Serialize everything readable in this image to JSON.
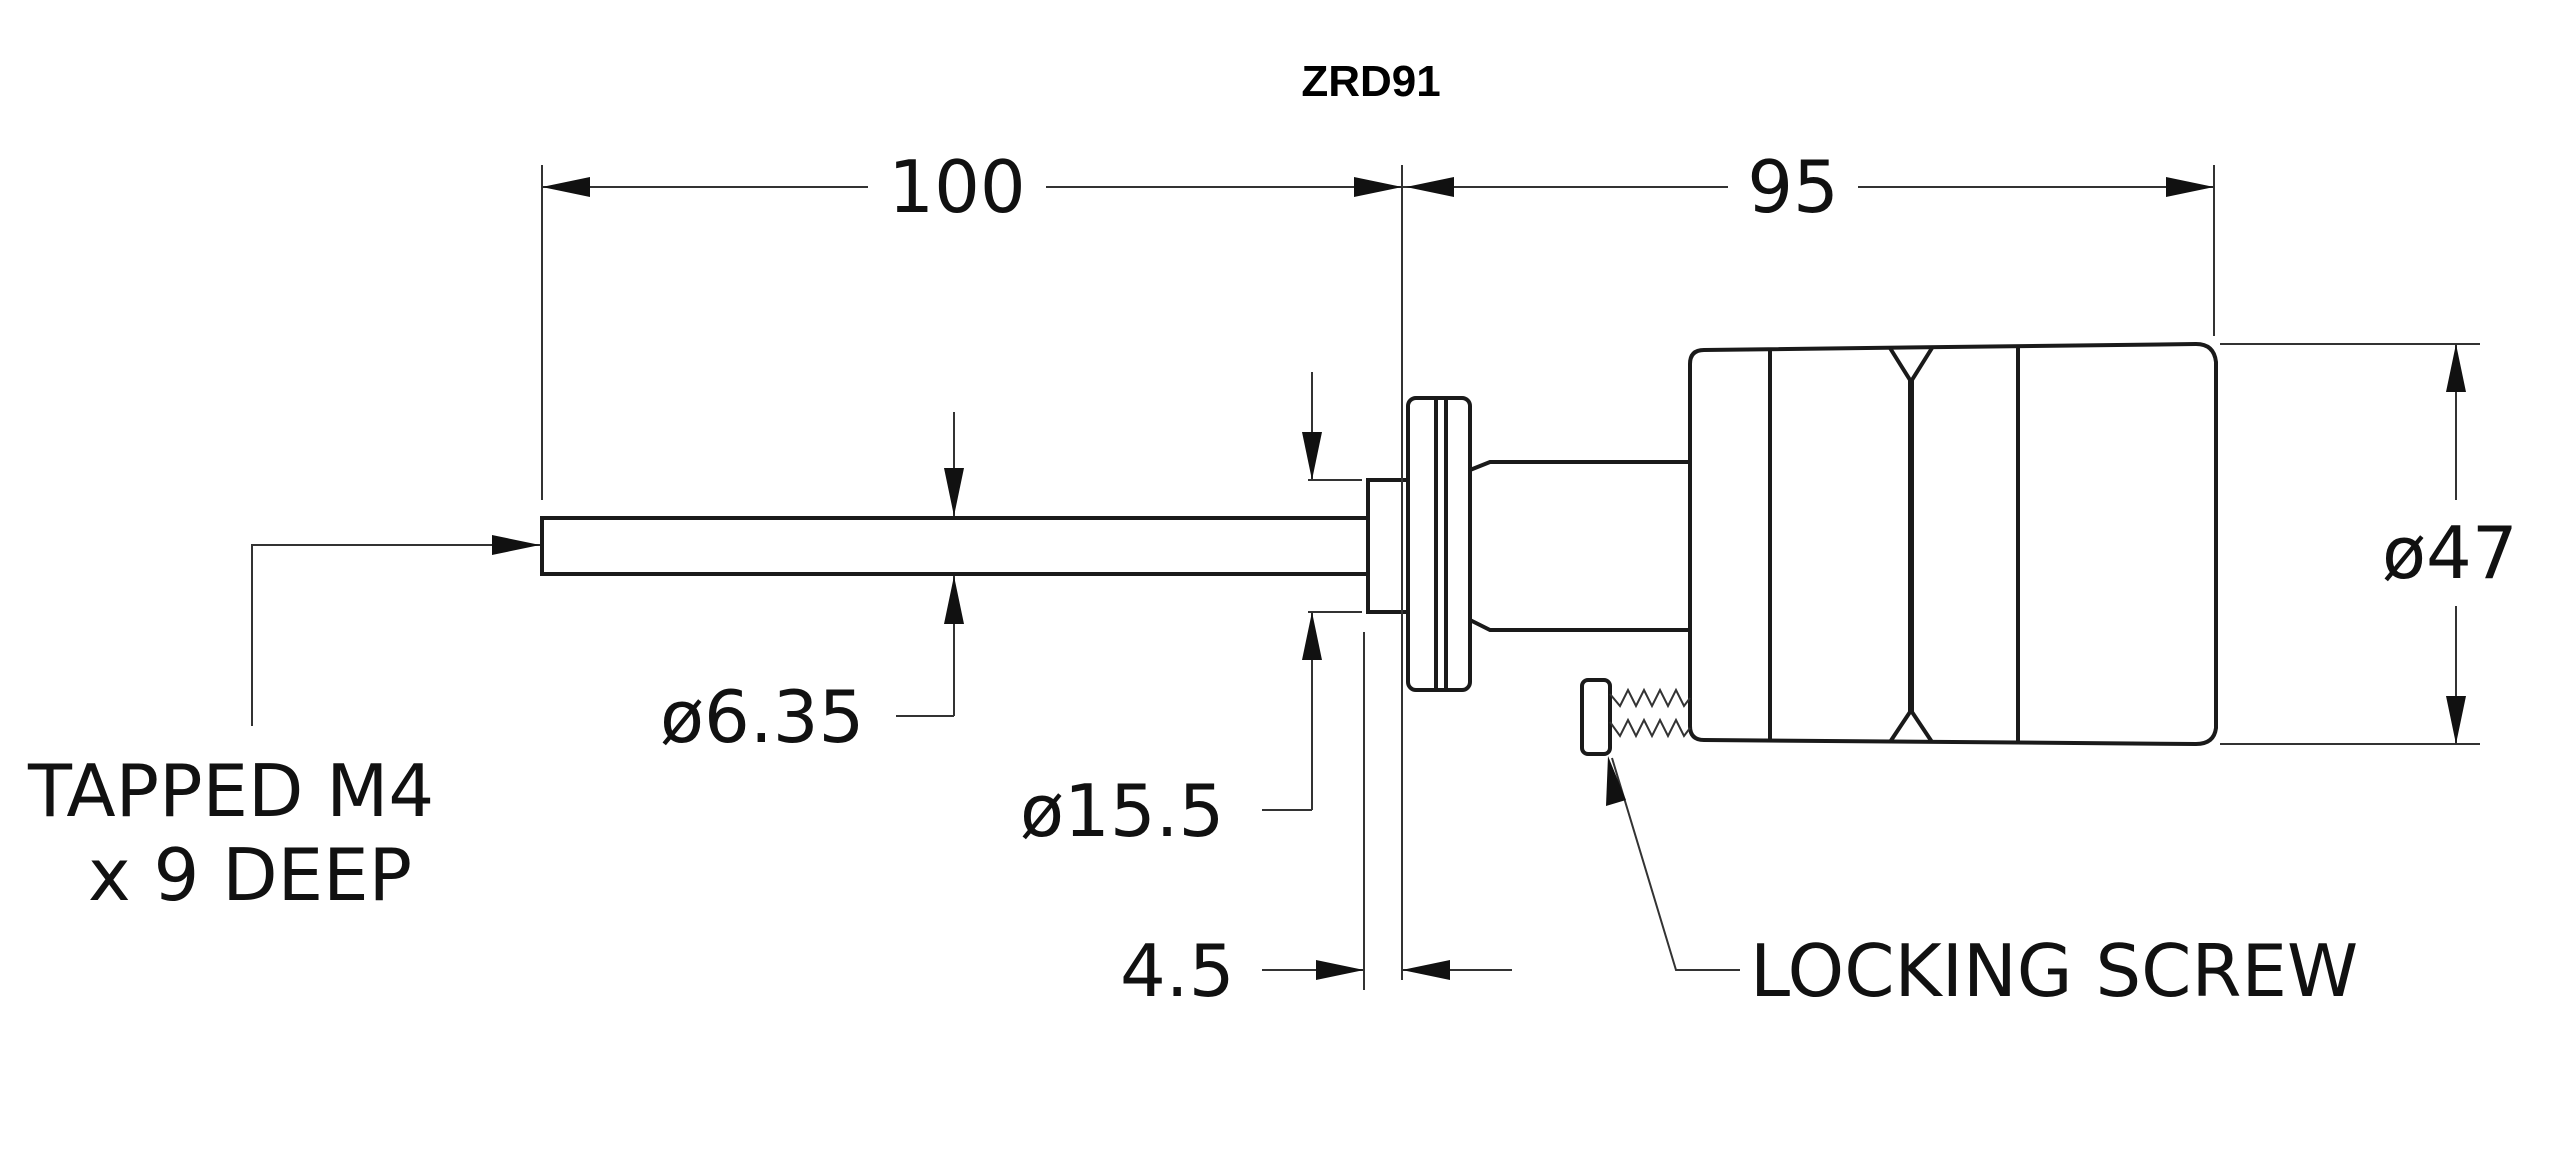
{
  "title": "ZRD91",
  "dimensions": {
    "shaft_length": "100",
    "body_length": "95",
    "body_diameter": "ø47",
    "shaft_diameter": "ø6.35",
    "collar_diameter": "ø15.5",
    "flange_thickness": "4.5"
  },
  "callouts": {
    "tapped_line1": "TAPPED M4",
    "tapped_line2": "x 9 DEEP",
    "locking_screw": "LOCKING SCREW"
  },
  "colors": {
    "line": "#1a1a1a",
    "background": "#ffffff"
  }
}
